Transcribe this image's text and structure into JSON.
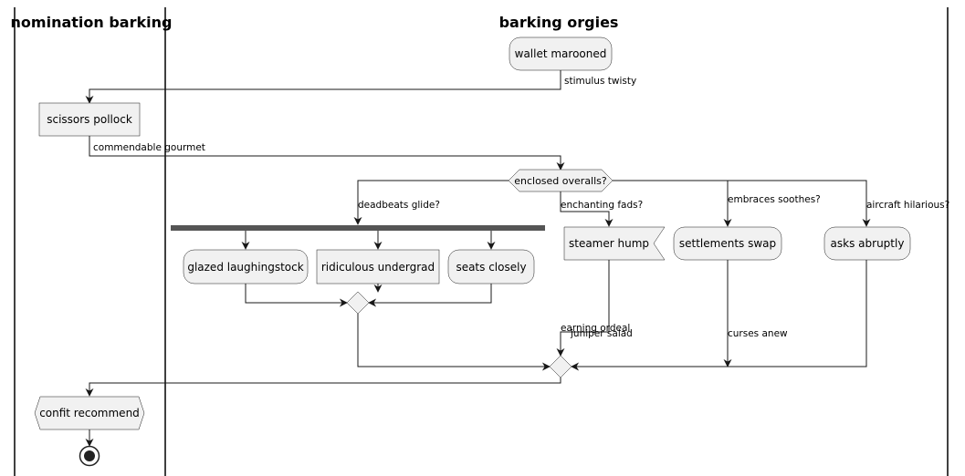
{
  "lanes": {
    "left_title": "nomination barking",
    "right_title": "barking orgies"
  },
  "nodes": {
    "wallet": "wallet marooned",
    "scissors": "scissors pollock",
    "decision": "enclosed overalls?",
    "glazed": "glazed laughingstock",
    "ridiculous": "ridiculous undergrad",
    "seats": "seats closely",
    "steamer": "steamer hump",
    "settlements": "settlements swap",
    "asks": "asks abruptly",
    "confit": "confit recommend"
  },
  "edges": {
    "stimulus": "stimulus twisty",
    "commendable": "commendable gourmet",
    "deadbeats": "deadbeats glide?",
    "enchanting": "enchanting fads?",
    "embraces": "embraces soothes?",
    "aircraft": "aircraft hilarious?",
    "earning": "earning ordeal",
    "juniper": "juniper salad",
    "curses": "curses anew"
  }
}
